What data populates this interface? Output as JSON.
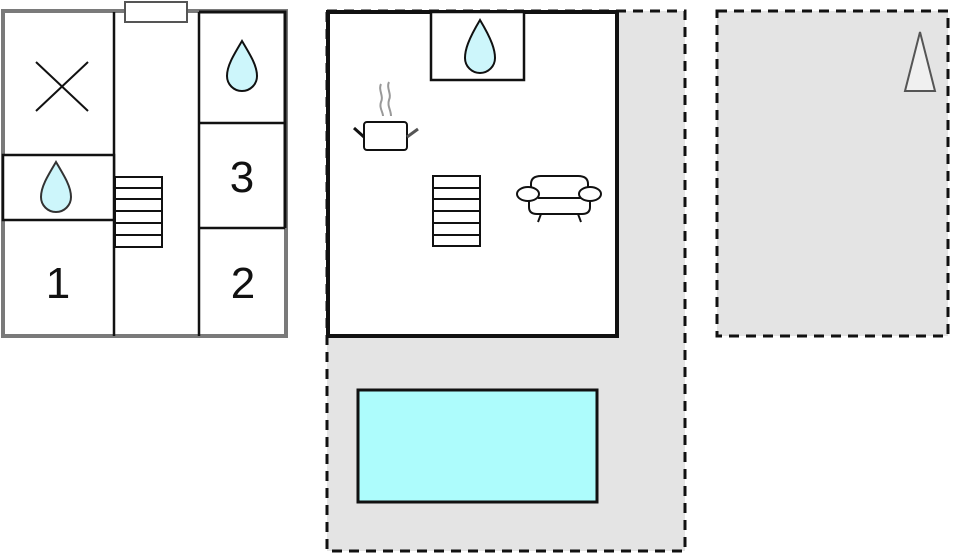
{
  "floorplan": {
    "colors": {
      "wall": "#111111",
      "outer_wall_grey": "#7a7a7a",
      "outdoor_area": "#e4e4e4",
      "pool": "#adfcfc",
      "water_drop": "#cdf6fb",
      "tree": "#f0f0f0"
    },
    "upper_floor": {
      "rooms": [
        {
          "id": "room-1",
          "label": "1"
        },
        {
          "id": "room-2",
          "label": "2"
        },
        {
          "id": "room-3",
          "label": "3"
        }
      ],
      "icons": [
        "closed-area-x-icon",
        "bathroom-drop-icon",
        "bathroom-drop-icon",
        "stairs-icon",
        "window-icon"
      ]
    },
    "ground_floor": {
      "icons": [
        "bathroom-drop-icon",
        "kitchen-pot-icon",
        "stairs-icon",
        "sofa-icon"
      ]
    },
    "outdoor": {
      "areas": [
        "terrace",
        "garden"
      ],
      "icons": [
        "pool",
        "tree-icon"
      ]
    }
  }
}
